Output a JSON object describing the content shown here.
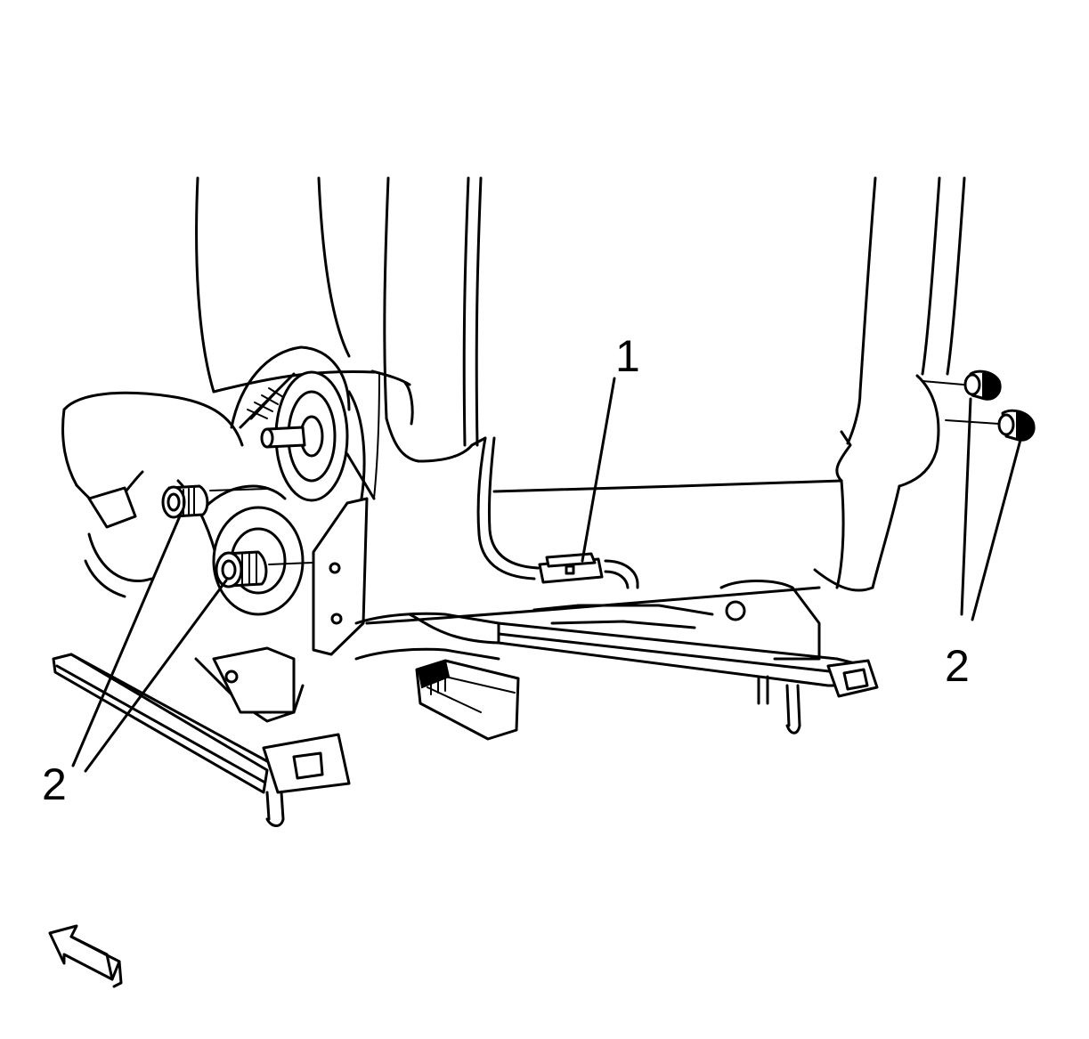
{
  "callouts": {
    "c1": "1",
    "c2_left": "2",
    "c2_right": "2"
  },
  "icons": {
    "direction": "forward-arrow-icon"
  },
  "colors": {
    "line": "#000000",
    "background": "#ffffff"
  }
}
